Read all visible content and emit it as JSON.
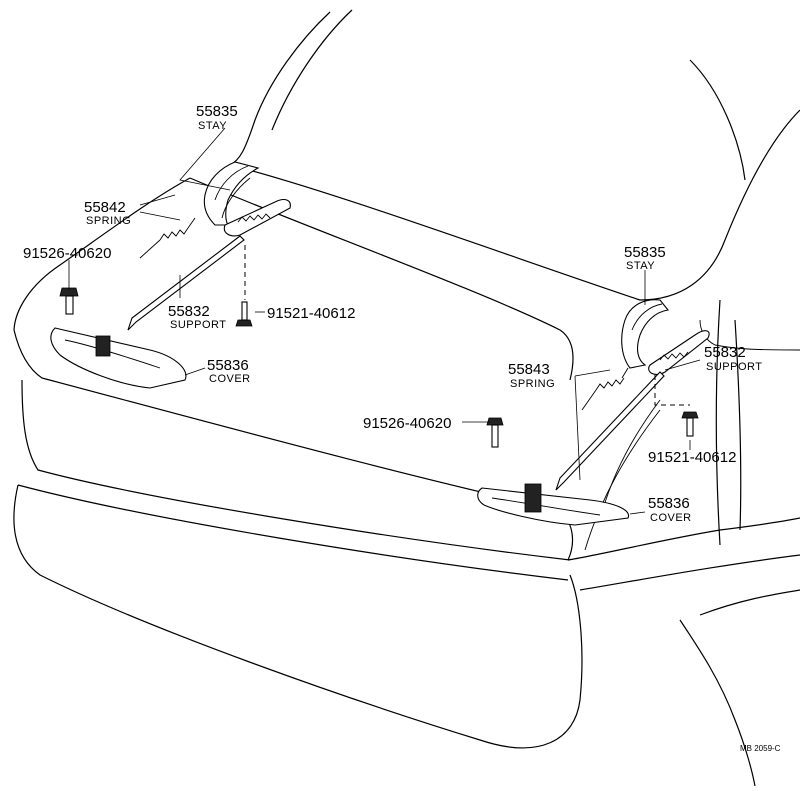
{
  "labels": {
    "stay_left": {
      "number": "55835",
      "name": "STAY"
    },
    "spring_left": {
      "number": "55842",
      "name": "SPRING"
    },
    "bolt_left": {
      "number": "91526-40620"
    },
    "support_left": {
      "number": "55832",
      "name": "SUPPORT"
    },
    "screw_left": {
      "number": "91521-40612"
    },
    "cover_left": {
      "number": "55836",
      "name": "COVER"
    },
    "stay_right": {
      "number": "55835",
      "name": "STAY"
    },
    "support_right": {
      "number": "55832",
      "name": "SUPPORT"
    },
    "spring_right": {
      "number": "55843",
      "name": "SPRING"
    },
    "bolt_right": {
      "number": "91526-40620"
    },
    "screw_right": {
      "number": "91521-40612"
    },
    "cover_right": {
      "number": "55836",
      "name": "COVER"
    }
  },
  "drawing_code": "MB 2059-C"
}
